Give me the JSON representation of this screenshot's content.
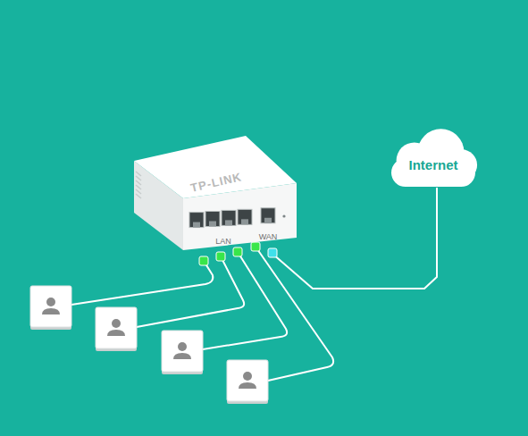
{
  "diagram": {
    "nodes": [
      {
        "text": [
          "TP-LINK",
          "LAN",
          "WAN"
        ]
      },
      {
        "text": [
          "Internet"
        ]
      }
    ],
    "edges": [
      {
        "from": 0,
        "to": 1,
        "arrow": "none"
      }
    ]
  }
}
